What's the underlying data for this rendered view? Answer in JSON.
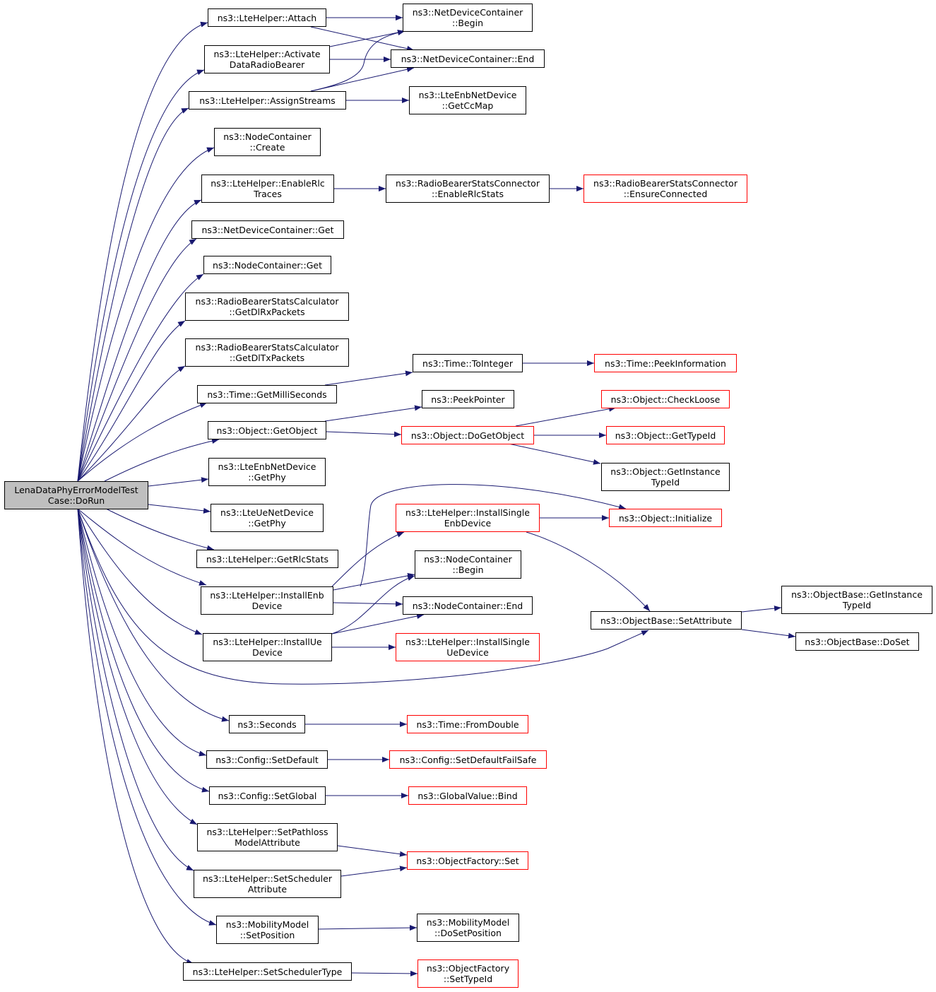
{
  "colors": {
    "edge": "#191970",
    "border_normal": "#000000",
    "border_truncated": "#ff0000",
    "root_fill": "#bfbfbf"
  },
  "nodes": {
    "root": {
      "l1": "LenaDataPhyErrorModelTest",
      "l2": "Case::DoRun"
    },
    "attach": {
      "l1": "ns3::LteHelper::Attach"
    },
    "activate": {
      "l1": "ns3::LteHelper::Activate",
      "l2": "DataRadioBearer"
    },
    "assign": {
      "l1": "ns3::LteHelper::AssignStreams"
    },
    "ndcbegin": {
      "l1": "ns3::NetDeviceContainer",
      "l2": "::Begin"
    },
    "ndcend": {
      "l1": "ns3::NetDeviceContainer::End"
    },
    "getccmap": {
      "l1": "ns3::LteEnbNetDevice",
      "l2": "::GetCcMap"
    },
    "nccreate": {
      "l1": "ns3::NodeContainer",
      "l2": "::Create"
    },
    "enablerlc": {
      "l1": "ns3::LteHelper::EnableRlc",
      "l2": "Traces"
    },
    "rbscrlc": {
      "l1": "ns3::RadioBearerStatsConnector",
      "l2": "::EnableRlcStats"
    },
    "rbsce": {
      "l1": "ns3::RadioBearerStatsConnector",
      "l2": "::EnsureConnected"
    },
    "ndcget": {
      "l1": "ns3::NetDeviceContainer::Get"
    },
    "ncget": {
      "l1": "ns3::NodeContainer::Get"
    },
    "dlrx": {
      "l1": "ns3::RadioBearerStatsCalculator",
      "l2": "::GetDlRxPackets"
    },
    "dltx": {
      "l1": "ns3::RadioBearerStatsCalculator",
      "l2": "::GetDlTxPackets"
    },
    "getms": {
      "l1": "ns3::Time::GetMilliSeconds"
    },
    "toint": {
      "l1": "ns3::Time::ToInteger"
    },
    "peekinfo": {
      "l1": "ns3::Time::PeekInformation"
    },
    "getobj": {
      "l1": "ns3::Object::GetObject"
    },
    "peekptr": {
      "l1": "ns3::PeekPointer"
    },
    "dogetobj": {
      "l1": "ns3::Object::DoGetObject"
    },
    "checkloose": {
      "l1": "ns3::Object::CheckLoose"
    },
    "gettypeid": {
      "l1": "ns3::Object::GetTypeId"
    },
    "getinsttid": {
      "l1": "ns3::Object::GetInstance",
      "l2": "TypeId"
    },
    "enbgetphy": {
      "l1": "ns3::LteEnbNetDevice",
      "l2": "::GetPhy"
    },
    "uegetphy": {
      "l1": "ns3::LteUeNetDevice",
      "l2": "::GetPhy"
    },
    "getrlc": {
      "l1": "ns3::LteHelper::GetRlcStats"
    },
    "instenb": {
      "l1": "ns3::LteHelper::InstallEnb",
      "l2": "Device"
    },
    "instue": {
      "l1": "ns3::LteHelper::InstallUe",
      "l2": "Device"
    },
    "instsenb": {
      "l1": "ns3::LteHelper::InstallSingle",
      "l2": "EnbDevice"
    },
    "initialize": {
      "l1": "ns3::Object::Initialize"
    },
    "ncbegin": {
      "l1": "ns3::NodeContainer",
      "l2": "::Begin"
    },
    "ncend": {
      "l1": "ns3::NodeContainer::End"
    },
    "instsue": {
      "l1": "ns3::LteHelper::InstallSingle",
      "l2": "UeDevice"
    },
    "setattr": {
      "l1": "ns3::ObjectBase::SetAttribute"
    },
    "obgetinst": {
      "l1": "ns3::ObjectBase::GetInstance",
      "l2": "TypeId"
    },
    "obdoset": {
      "l1": "ns3::ObjectBase::DoSet"
    },
    "seconds": {
      "l1": "ns3::Seconds"
    },
    "fromdouble": {
      "l1": "ns3::Time::FromDouble"
    },
    "setdefault": {
      "l1": "ns3::Config::SetDefault"
    },
    "setdefaultfs": {
      "l1": "ns3::Config::SetDefaultFailSafe"
    },
    "setglobal": {
      "l1": "ns3::Config::SetGlobal"
    },
    "gvbind": {
      "l1": "ns3::GlobalValue::Bind"
    },
    "setpath": {
      "l1": "ns3::LteHelper::SetPathloss",
      "l2": "ModelAttribute"
    },
    "setsched": {
      "l1": "ns3::LteHelper::SetScheduler",
      "l2": "Attribute"
    },
    "ofset": {
      "l1": "ns3::ObjectFactory::Set"
    },
    "mmsetpos": {
      "l1": "ns3::MobilityModel",
      "l2": "::SetPosition"
    },
    "mmdosetpos": {
      "l1": "ns3::MobilityModel",
      "l2": "::DoSetPosition"
    },
    "setschedtype": {
      "l1": "ns3::LteHelper::SetSchedulerType"
    },
    "ofsettype": {
      "l1": "ns3::ObjectFactory",
      "l2": "::SetTypeId"
    }
  }
}
